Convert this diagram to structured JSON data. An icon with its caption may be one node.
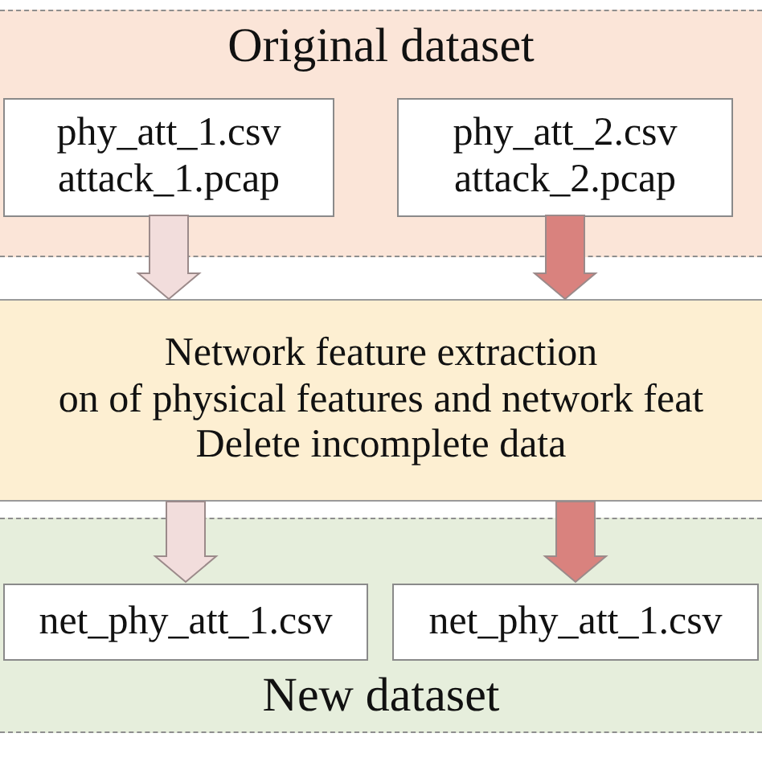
{
  "diagram": {
    "nodes": [
      {
        "text": [
          "Original dataset"
        ]
      },
      {
        "text": [
          "phy_att_1.csv",
          "attack_1.pcap"
        ],
        "in": 0
      },
      {
        "text": [
          "phy_att_2.csv",
          "attack_2.pcap"
        ],
        "in": 0
      },
      {
        "text": [
          "Network feature extraction",
          "on of physical features and network feat",
          "Delete incomplete data"
        ]
      },
      {
        "text": [
          "New dataset"
        ]
      },
      {
        "text": [
          "net_phy_att_1.csv"
        ],
        "in": 4
      },
      {
        "text": [
          "net_phy_att_1.csv"
        ],
        "in": 4
      }
    ],
    "edges": [
      {
        "from": 1,
        "to": 3,
        "arrow": "to"
      },
      {
        "from": 2,
        "to": 3,
        "arrow": "to",
        "color": "#d9827e"
      },
      {
        "from": 3,
        "to": 5,
        "arrow": "to"
      },
      {
        "from": 3,
        "to": 6,
        "arrow": "to",
        "color": "#d9827e"
      }
    ]
  }
}
